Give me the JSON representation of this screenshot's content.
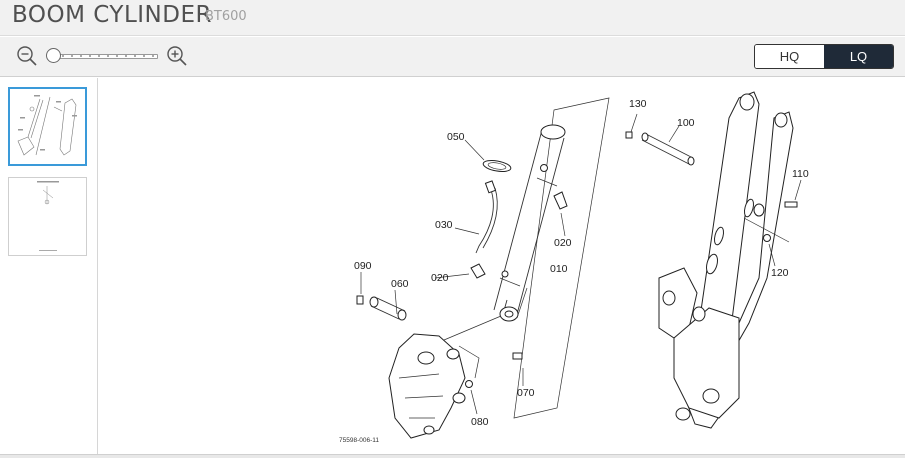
{
  "header": {
    "title": "BOOM CYLINDER",
    "model": "BT600"
  },
  "toolbar": {
    "zoom_out_icon": "zoom-out-icon",
    "zoom_in_icon": "zoom-in-icon",
    "zoom_level": 0,
    "quality": {
      "hq_label": "HQ",
      "lq_label": "LQ",
      "selected": "LQ"
    }
  },
  "thumbnails": [
    {
      "selected": true
    },
    {
      "selected": false
    }
  ],
  "diagram": {
    "reference": "75598-006-11",
    "callouts": [
      "010",
      "020",
      "020",
      "030",
      "050",
      "060",
      "070",
      "080",
      "090",
      "100",
      "110",
      "120",
      "130"
    ]
  },
  "colors": {
    "accent": "#3a9ad9",
    "toggle_active": "#1f2a38"
  }
}
